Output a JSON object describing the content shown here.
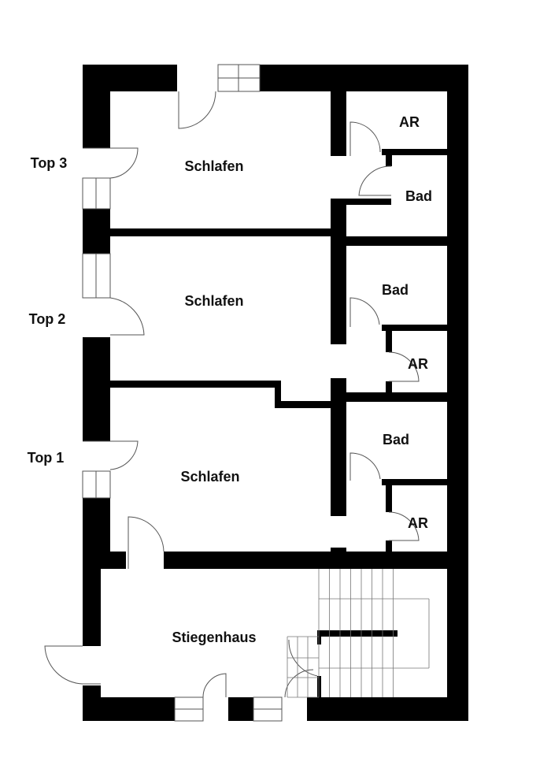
{
  "plan": {
    "units": [
      {
        "label": "Top 3",
        "room": "Schlafen",
        "bath": "Bad",
        "storage": "AR"
      },
      {
        "label": "Top 2",
        "room": "Schlafen",
        "bath": "Bad",
        "storage": "AR"
      },
      {
        "label": "Top 1",
        "room": "Schlafen",
        "bath": "Bad",
        "storage": "AR"
      }
    ],
    "stairwell": "Stiegenhaus"
  },
  "colors": {
    "wall": "#000000",
    "background": "#ffffff"
  }
}
